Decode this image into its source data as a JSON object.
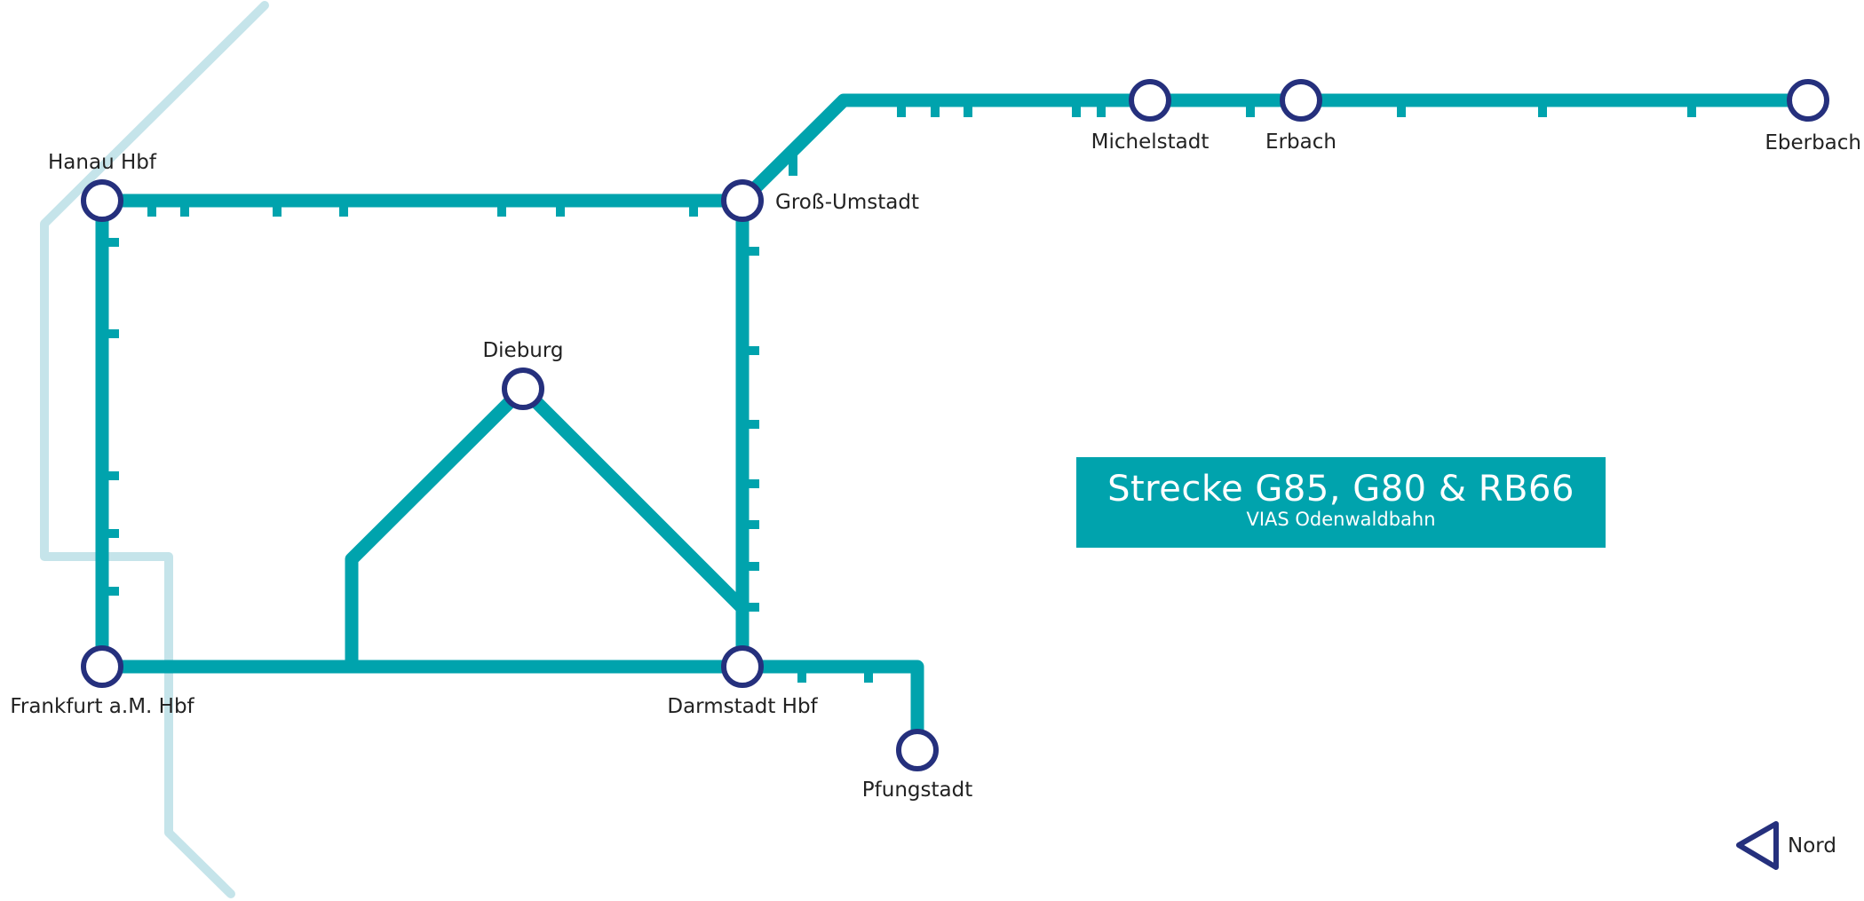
{
  "title": {
    "main": "Strecke G85, G80 & RB66",
    "sub": "VIAS Odenwaldbahn"
  },
  "stations": {
    "hanau": "Hanau Hbf",
    "gross_umstadt": "Groß-Umstadt",
    "dieburg": "Dieburg",
    "frankfurt": "Frankfurt a.M. Hbf",
    "darmstadt": "Darmstadt Hbf",
    "pfungstadt": "Pfungstadt",
    "michelstadt": "Michelstadt",
    "erbach": "Erbach",
    "eberbach": "Eberbach"
  },
  "compass": {
    "label": "Nord",
    "icon": "north-arrow-triangle-icon"
  },
  "colors": {
    "line": "#00a3ad",
    "background_line": "#c5e4ea",
    "station_ring": "#25307d",
    "station_fill": "#ffffff",
    "label_text": "#222222",
    "title_bg": "#00a3ad",
    "title_text": "#ffffff"
  }
}
